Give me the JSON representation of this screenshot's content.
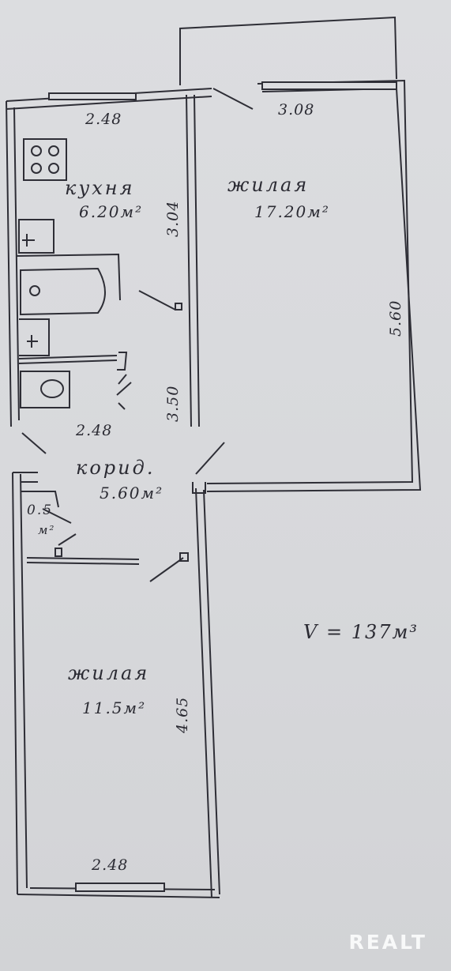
{
  "plan": {
    "kitchen": {
      "name": "кухня",
      "area": "6.20м²",
      "width": "2.48",
      "depth": "3.04"
    },
    "room_large": {
      "name": "жилая",
      "area": "17.20м²",
      "width": "3.08",
      "depth": "5.60"
    },
    "bath_width": "2.48",
    "bath_depth": "3.50",
    "corridor": {
      "name": "корид.",
      "area": "5.60м²"
    },
    "closet": {
      "area_line1": "0.5",
      "area_line2": "м²"
    },
    "room_small": {
      "name": "жилая",
      "area": "11.5м²",
      "width": "2.48",
      "depth": "4.65"
    },
    "volume": "V = 137м³"
  },
  "watermark": "REALT"
}
